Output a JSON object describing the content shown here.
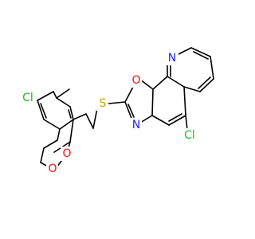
{
  "molecule": {
    "atoms": {
      "cl_left": "Cl",
      "o_ring_a": "O",
      "o_ring_b": "O",
      "s_thio": "S",
      "o_oxazole": "O",
      "n_oxazole": "N",
      "n_quinoline": "N",
      "cl_right": "Cl"
    },
    "colors": {
      "bond": "#000000",
      "chlorine": "#1fb81f",
      "oxygen": "#ff0d0d",
      "sulfur": "#c9a800",
      "nitrogen": "#2424ff"
    }
  }
}
